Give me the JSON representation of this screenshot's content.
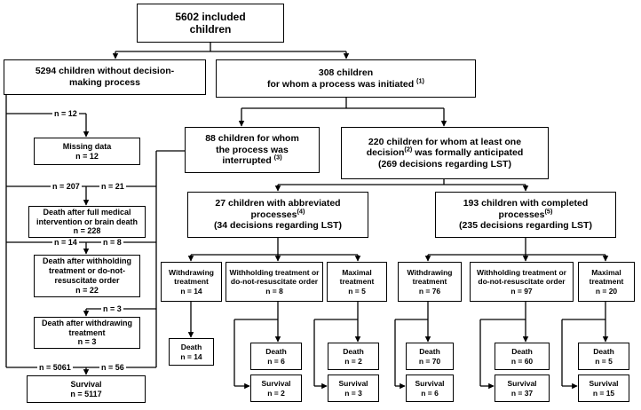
{
  "top": {
    "line1": "5602 included",
    "line2": "children"
  },
  "without": {
    "line1": "5294 children without decision-",
    "line2": "making process"
  },
  "initiated": {
    "line1": "308 children",
    "line2": "for whom a process was initiated",
    "note": "(1)"
  },
  "interrupted": {
    "line1": "88 children for whom",
    "line2": "the process was",
    "line3": "interrupted",
    "note": "(3)"
  },
  "anticipated": {
    "line1": "220 children for whom at least one",
    "line2a": "decision",
    "note": "(2)",
    "line2b": " was formally anticipated",
    "line3": "(269 decisions regarding LST)"
  },
  "abbreviated": {
    "line1": "27 children with abbreviated",
    "line2": "processes",
    "note": "(4)",
    "line3": "(34 decisions regarding LST)"
  },
  "completed": {
    "line1": "193 children with completed",
    "line2": "processes",
    "note": "(5)",
    "line3": "(235 decisions regarding LST)"
  },
  "left": {
    "missing": {
      "line1": "Missing data",
      "line2": "n = 12"
    },
    "full_med": {
      "line1": "Death after full medical",
      "line2": "intervention or brain death",
      "line3": "n = 228"
    },
    "withholding": {
      "line1": "Death after withholding",
      "line2": "treatment or do-not-",
      "line3": "resuscitate order",
      "line4": "n = 22"
    },
    "withdrawing": {
      "line1": "Death after withdrawing",
      "line2": "treatment",
      "line3": "n = 3"
    },
    "survival": {
      "line1": "Survival",
      "line2": "n = 5117"
    }
  },
  "labels": {
    "n12": "n = 12",
    "n207": "n = 207",
    "n21": "n = 21",
    "n14": "n = 14",
    "n8": "n = 8",
    "n3": "n = 3",
    "n5061": "n = 5061",
    "n56": "n = 56"
  },
  "abbr": {
    "withdrawing": {
      "line1": "Withdrawing",
      "line2": "treatment",
      "line3": "n = 14"
    },
    "withholding": {
      "line1": "Withholding treatment or",
      "line2": "do-not-resuscitate order",
      "line3": "n = 8"
    },
    "maximal": {
      "line1": "Maximal",
      "line2": "treatment",
      "line3": "n = 5"
    },
    "death_wd": {
      "line1": "Death",
      "line2": "n = 14"
    },
    "death_wh": {
      "line1": "Death",
      "line2": "n = 6"
    },
    "surv_wh": {
      "line1": "Survival",
      "line2": "n = 2"
    },
    "death_mx": {
      "line1": "Death",
      "line2": "n = 2"
    },
    "surv_mx": {
      "line1": "Survival",
      "line2": "n = 3"
    }
  },
  "comp": {
    "withdrawing": {
      "line1": "Withdrawing",
      "line2": "treatment",
      "line3": "n = 76"
    },
    "withholding": {
      "line1": "Withholding treatment or",
      "line2": "do-not-resuscitate order",
      "line3": "n = 97"
    },
    "maximal": {
      "line1": "Maximal",
      "line2": "treatment",
      "line3": "n = 20"
    },
    "death_wd": {
      "line1": "Death",
      "line2": "n = 70"
    },
    "surv_wd": {
      "line1": "Survival",
      "line2": "n = 6"
    },
    "death_wh": {
      "line1": "Death",
      "line2": "n = 60"
    },
    "surv_wh": {
      "line1": "Survival",
      "line2": "n = 37"
    },
    "death_mx": {
      "line1": "Death",
      "line2": "n = 5"
    },
    "surv_mx": {
      "line1": "Survival",
      "line2": "n = 15"
    }
  }
}
